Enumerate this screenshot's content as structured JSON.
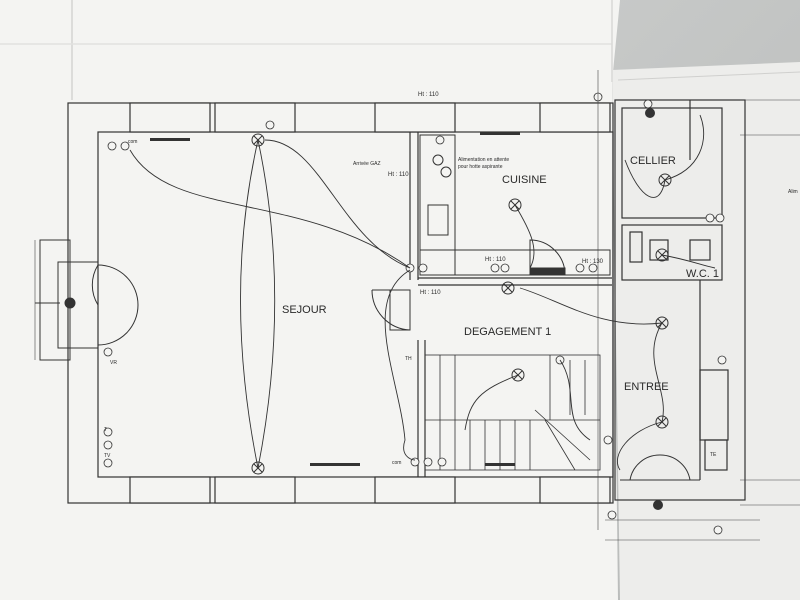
{
  "plan": {
    "rooms": {
      "sejour": "SEJOUR",
      "cuisine": "CUISINE",
      "degagement": "DEGAGEMENT 1",
      "entree": "ENTREE",
      "cellier": "CELLIER",
      "wc": "W.C. 1"
    },
    "annotations": {
      "ht_top": "Ht : 110",
      "ht_kitchen": "Ht : 110",
      "ht_wall": "Ht : 110",
      "ht_wall_2": "Ht : 110",
      "ht_130": "Ht : 130",
      "arrivee_gaz": "Arrivée GAZ",
      "alimentation_1": "Alimentation en attente",
      "alimentation_2": "pour hotte aspirante",
      "com_1": "com",
      "com_2": "com",
      "vr": "VR",
      "th": "TH",
      "tv": "TV",
      "t": "T",
      "te": "TE",
      "alim_edge": "Alim"
    }
  }
}
